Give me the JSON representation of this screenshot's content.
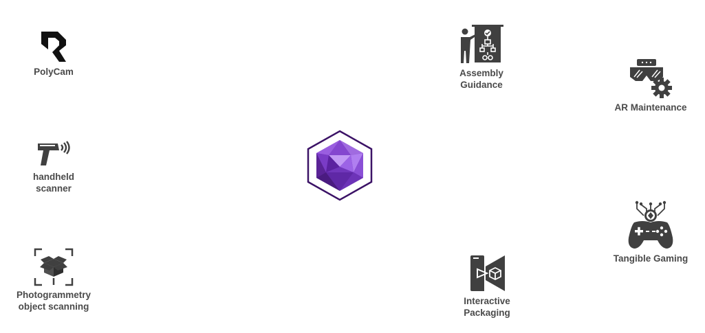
{
  "hub": {
    "icon": "purple-icosahedron-logo",
    "ring_color": "#3b1266",
    "accent": "#7b3fc4"
  },
  "left_column": [
    {
      "id": "polycam",
      "icon": "polycam-logo-icon",
      "label": "PolyCam"
    },
    {
      "id": "handheld",
      "icon": "handheld-scanner-icon",
      "label": "handheld\nscanner"
    },
    {
      "id": "photogrammetry",
      "icon": "scan-box-icon",
      "label": "Photogrammetry\nobject scanning"
    }
  ],
  "right_column": [
    {
      "id": "assembly",
      "icon": "presentation-flowchart-icon",
      "label": "Assembly\nGuidance"
    },
    {
      "id": "ar",
      "icon": "vr-headset-gear-icon",
      "label": "AR Maintenance"
    },
    {
      "id": "gaming",
      "icon": "gamepad-circuit-icon",
      "label": "Tangible Gaming"
    },
    {
      "id": "packaging",
      "icon": "phone-cube-icon",
      "label": "Interactive\nPackaging"
    }
  ],
  "colors": {
    "icon": "#404040",
    "label": "#4a4a4a"
  }
}
